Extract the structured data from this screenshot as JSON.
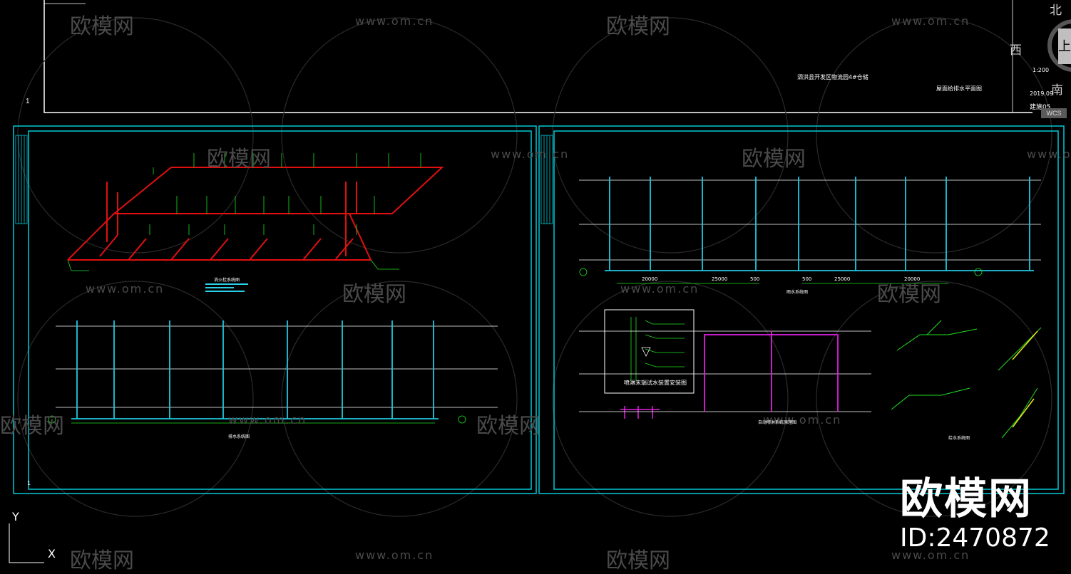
{
  "watermark": {
    "logo_text": "欧模网",
    "url_text": "www.om.cn"
  },
  "title_block": {
    "project": "泗洪县开发区物流园4#仓储",
    "sheet_title": "屋面给排水平面图",
    "scale": "1:200",
    "date": "2019.09",
    "sheet_no": "建施05"
  },
  "viewcube": {
    "north": "北",
    "west": "西",
    "south": "南",
    "top_face": "上",
    "wcs": "WCS"
  },
  "left_sheet": {
    "fire_iso_title": "消火栓系统图",
    "drain_title": "排水系统图",
    "frame_no": "1"
  },
  "right_sheet": {
    "rain_title": "雨水系统图",
    "detail_box_title": "喷淋末端试水装置安装图",
    "spray_title": "自动喷淋系统原理图",
    "supply_title": "给水系统图",
    "dims": [
      "20000",
      "25000",
      "500",
      "500",
      "25000",
      "20000"
    ]
  },
  "ucs": {
    "y_label": "Y",
    "x_label": "X"
  },
  "brand": {
    "logo": "欧模网",
    "id": "ID:2470872"
  },
  "colors": {
    "background": "#000000",
    "frame_cyan": "#00c8d8",
    "pipe_red": "#e01010",
    "pipe_cyan": "#20c8e0",
    "label_green": "#20e020",
    "pipe_magenta": "#e020e0",
    "pipe_yellow": "#e0e020"
  }
}
